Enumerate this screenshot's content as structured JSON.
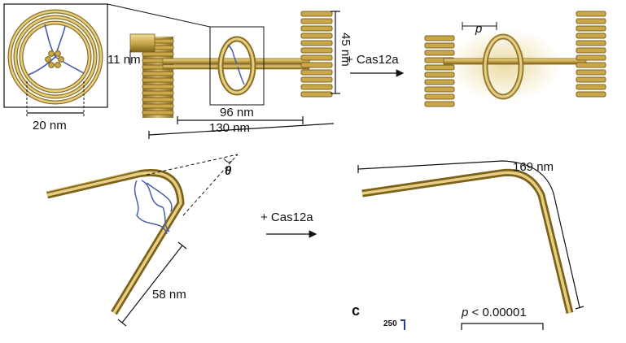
{
  "colors": {
    "dna": "#c9a84c",
    "dna_dark": "#8c6f1e",
    "dna_light": "#e6cf85",
    "linker": "#4a5ea8",
    "line": "#111111"
  },
  "top": {
    "inset_width": "20 nm",
    "stub_height": "11 nm",
    "height": "45 nm",
    "ring_span": "96 nm",
    "total_length": "130 nm",
    "reagent": "+ Cas12a",
    "period_symbol": "p"
  },
  "bottom": {
    "angle_symbol": "θ",
    "arm_length": "58 nm",
    "reagent": "+ Cas12a",
    "arc_length": "169 nm"
  },
  "panel_c": {
    "letter": "c",
    "p_symbol": "p",
    "p_value": " < 0.00001",
    "y_tick": "250"
  }
}
